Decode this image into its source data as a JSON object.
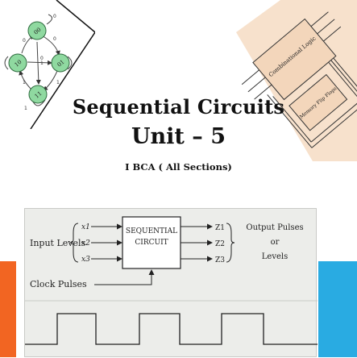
{
  "slide": {
    "title_line1": "Sequential Circuits",
    "title_line2": "Unit – 5",
    "subtitle": "I BCA ( All Sections)"
  },
  "state_diagram": {
    "states": [
      "00",
      "01",
      "10",
      "11"
    ],
    "edge_labels": [
      "0",
      "1",
      "1",
      "0",
      "1",
      "0",
      "0",
      "1"
    ]
  },
  "circuit_diagram": {
    "block_labels": [
      "Combinational Logic",
      "Memory Flip Flops"
    ]
  },
  "sequential_block": {
    "block_line1": "SEQUENTIAL",
    "block_line2": "CIRCUIT",
    "input_label": "Input Levels",
    "inputs": [
      "x1",
      "x2",
      "x3"
    ],
    "outputs": [
      "Z1",
      "Z2",
      "Z3"
    ],
    "output_label_line1": "Output Pulses",
    "output_label_line2": "or",
    "output_label_line3": "Levels",
    "clock_label": "Clock Pulses"
  },
  "colors": {
    "accent_orange": "#f26522",
    "accent_blue": "#29abe2",
    "state_green": "#8fd9a0",
    "circuit_bg": "#f7e1cc"
  }
}
